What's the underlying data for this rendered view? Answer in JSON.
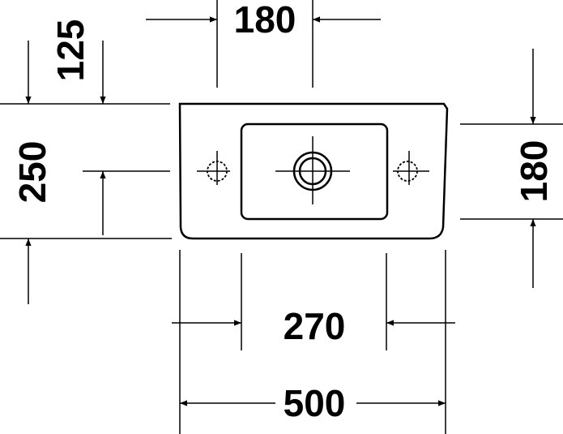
{
  "diagram": {
    "colors": {
      "stroke": "#000000",
      "background": "#ffffff"
    },
    "dimensions": {
      "top_width": "180",
      "left_offset": "125",
      "left_height": "250",
      "right_height": "180",
      "bottom_inner_width": "270",
      "bottom_overall_width": "500"
    }
  }
}
